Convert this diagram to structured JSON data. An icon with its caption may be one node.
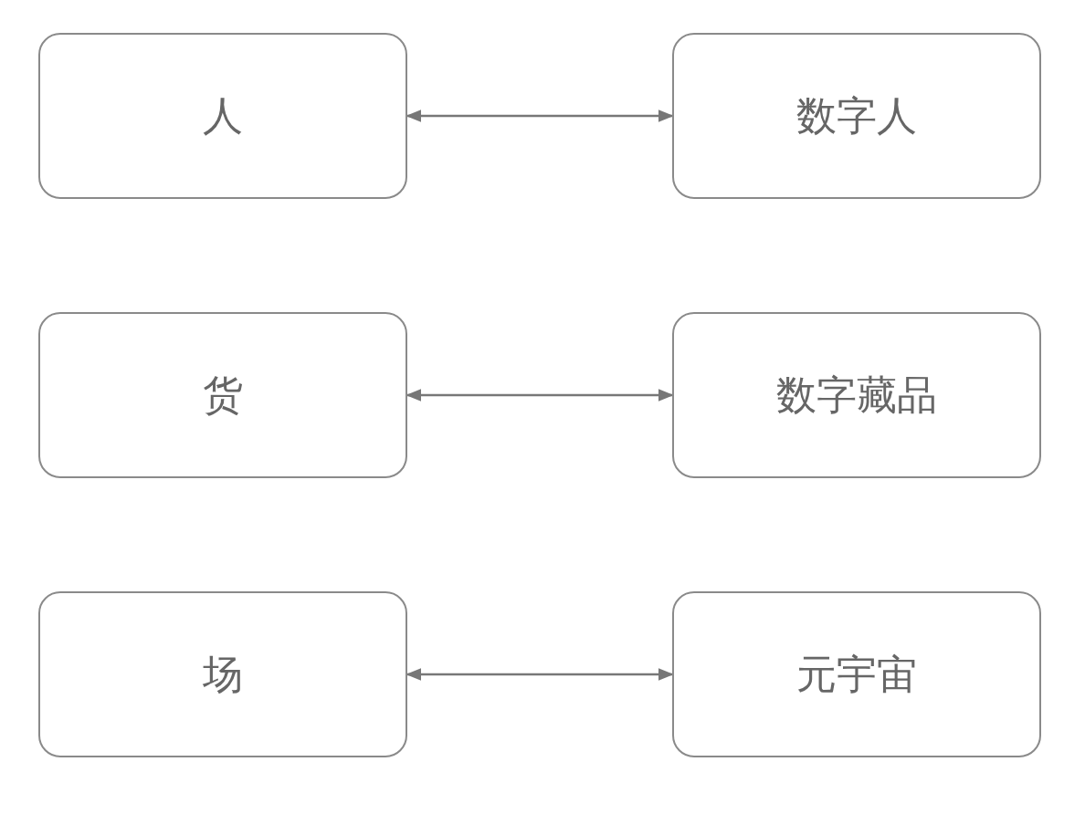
{
  "diagram": {
    "nodes": [
      {
        "text": [
          "人"
        ]
      },
      {
        "text": [
          "数字人"
        ]
      },
      {
        "text": [
          "货"
        ]
      },
      {
        "text": [
          "数字藏品"
        ]
      },
      {
        "text": [
          "场"
        ]
      },
      {
        "text": [
          "元宇宙"
        ]
      }
    ],
    "edges": [
      {
        "from": 0,
        "to": 1,
        "arrow": "both"
      },
      {
        "from": 2,
        "to": 3,
        "arrow": "both"
      },
      {
        "from": 4,
        "to": 5,
        "arrow": "both"
      }
    ]
  }
}
